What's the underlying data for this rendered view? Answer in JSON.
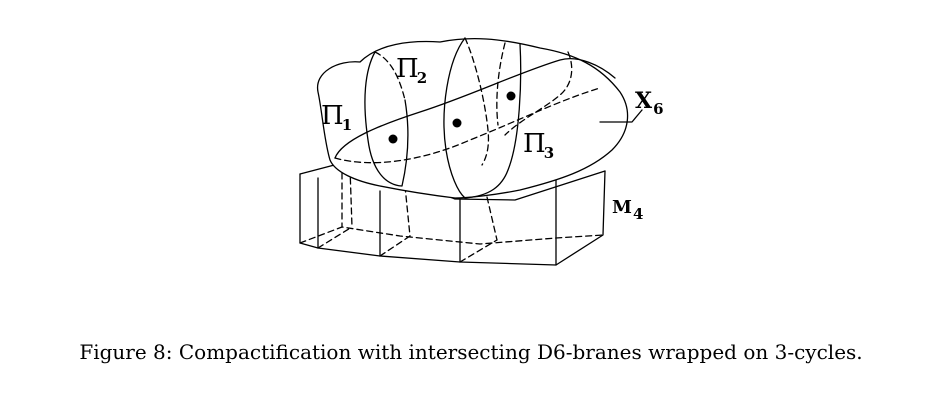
{
  "figure": {
    "labels": {
      "pi1": {
        "main": "Π",
        "sub": "1"
      },
      "pi2": {
        "main": "Π",
        "sub": "2"
      },
      "pi3": {
        "main": "Π",
        "sub": "3"
      },
      "x6": {
        "main": "X",
        "sub": "6"
      },
      "m4": {
        "main": "M",
        "sub": "4"
      }
    },
    "intersection_points": 3
  },
  "caption": "Figure 8: Compactification with intersecting D6-branes wrapped on 3-cycles."
}
